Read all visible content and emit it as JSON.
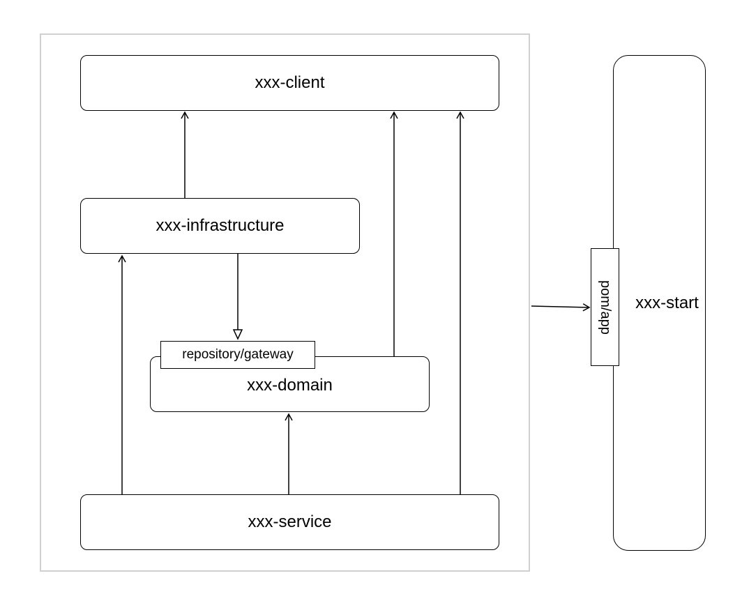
{
  "nodes": {
    "client": "xxx-client",
    "infrastructure": "xxx-infrastructure",
    "domain": "xxx-domain",
    "gateway": "repository/gateway",
    "service": "xxx-service",
    "start": "xxx-start",
    "pom_app": "pom/app"
  },
  "edges": [
    {
      "from": "xxx-infrastructure",
      "to": "xxx-client",
      "style": "open-arrow"
    },
    {
      "from": "xxx-infrastructure",
      "to": "repository/gateway",
      "style": "hollow-triangle"
    },
    {
      "from": "xxx-domain",
      "to": "xxx-client",
      "style": "open-arrow"
    },
    {
      "from": "xxx-service",
      "to": "xxx-client",
      "style": "open-arrow"
    },
    {
      "from": "xxx-service",
      "to": "xxx-infrastructure",
      "style": "open-arrow"
    },
    {
      "from": "xxx-service",
      "to": "xxx-domain",
      "style": "open-arrow"
    },
    {
      "from": "module-group",
      "to": "pom/app",
      "style": "open-arrow"
    }
  ],
  "colors": {
    "stroke": "#000000",
    "frame": "#d0d0d0",
    "background": "#ffffff"
  }
}
